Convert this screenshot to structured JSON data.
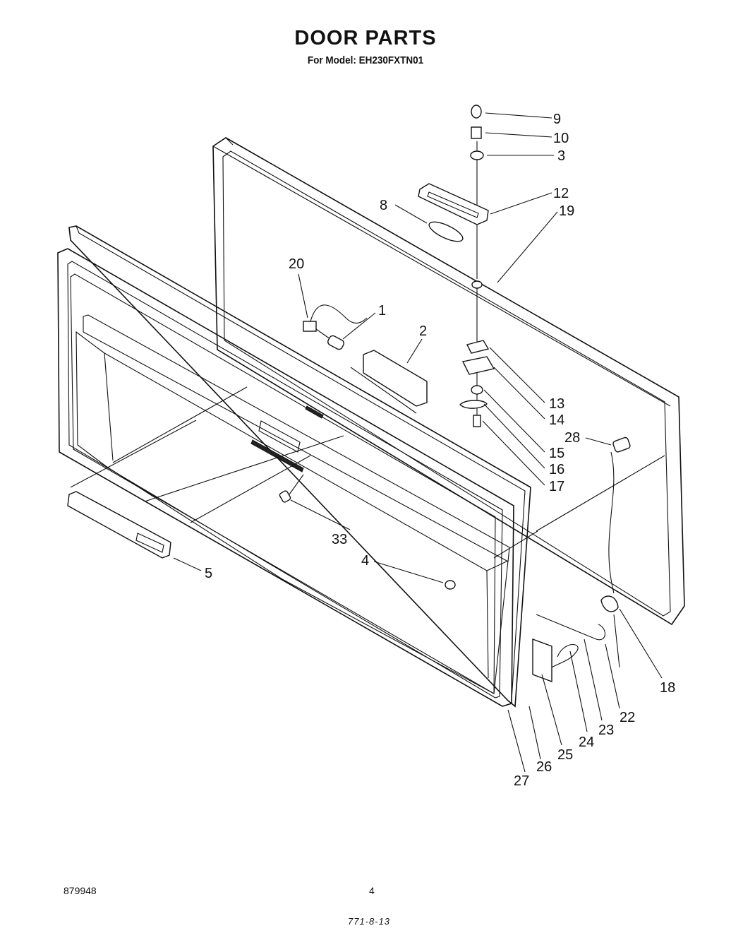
{
  "header": {
    "title": "DOOR PARTS",
    "subtitle": "For Model: EH230FXTN01"
  },
  "footer": {
    "doc_number": "879948",
    "page_number": "4",
    "stamp": "771-8-13"
  },
  "callouts": [
    "9",
    "10",
    "3",
    "12",
    "19",
    "8",
    "20",
    "1",
    "2",
    "13",
    "14",
    "28",
    "15",
    "16",
    "17",
    "33",
    "4",
    "5",
    "18",
    "22",
    "23",
    "24",
    "25",
    "26",
    "27"
  ]
}
